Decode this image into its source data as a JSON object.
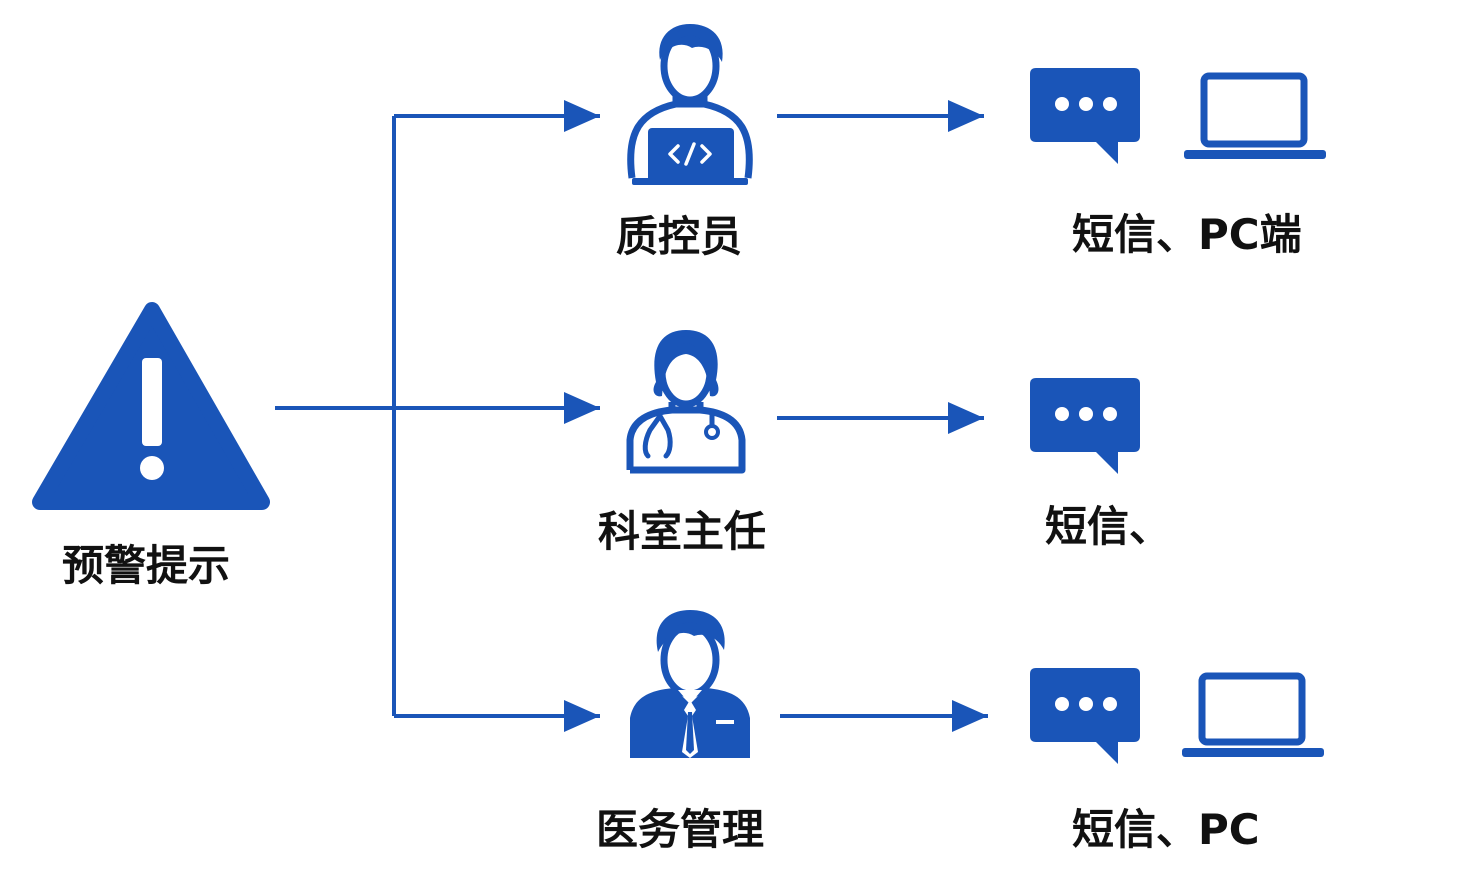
{
  "colors": {
    "primary": "#1a55b8",
    "text": "#111111",
    "background": "#ffffff"
  },
  "source": {
    "icon": "warning-icon",
    "label": "预警提示"
  },
  "recipients": [
    {
      "role_icon": "qc-staff-coder-icon",
      "label": "质控员",
      "channel_icons": [
        "message-bubble-icon",
        "laptop-icon"
      ],
      "channels_label": "短信、PC端"
    },
    {
      "role_icon": "doctor-stethoscope-icon",
      "label": "科室主任",
      "channel_icons": [
        "message-bubble-icon"
      ],
      "channels_label": "短信、"
    },
    {
      "role_icon": "manager-suit-icon",
      "label": "医务管理",
      "channel_icons": [
        "message-bubble-icon",
        "laptop-icon"
      ],
      "channels_label": "短信、PC"
    }
  ]
}
